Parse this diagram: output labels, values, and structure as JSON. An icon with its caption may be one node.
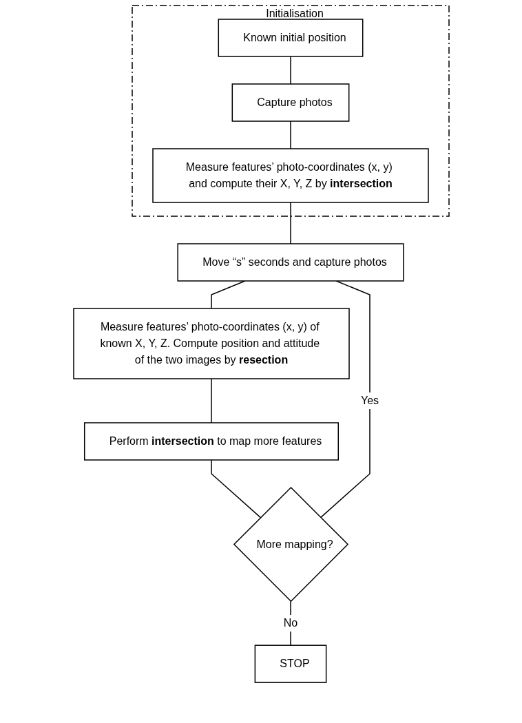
{
  "diagram": {
    "nodes": [
      {
        "text": [
          "Initialisation"
        ]
      },
      {
        "text": [
          "Known initial position"
        ],
        "in": 0
      },
      {
        "text": [
          "Capture photos"
        ],
        "in": 0
      },
      {
        "text": [
          "Measure features’ photo-coordinates (x, y) and compute their X, Y, Z by **intersection**"
        ],
        "in": 0
      },
      {
        "text": [
          "Move “s” seconds and capture photos"
        ]
      },
      {
        "text": [
          "Measure features’ photo-coordinates (x, y) of known X, Y, Z. Compute position and attitude of the two images by **resection**"
        ]
      },
      {
        "text": [
          "Perform **intersection** to map more features"
        ]
      },
      {
        "text": [
          "More mapping?"
        ]
      },
      {
        "text": [
          "STOP"
        ]
      }
    ],
    "edges": [
      {
        "from": 1,
        "to": 2,
        "arrow": "none"
      },
      {
        "from": 2,
        "to": 3,
        "arrow": "none"
      },
      {
        "from": 3,
        "to": 4,
        "arrow": "none"
      },
      {
        "from": 4,
        "to": 5,
        "arrow": "none"
      },
      {
        "from": 5,
        "to": 6,
        "arrow": "none"
      },
      {
        "from": 6,
        "to": 7,
        "arrow": "none"
      },
      {
        "from": 7,
        "to": 4,
        "label": "Yes",
        "arrow": "none"
      },
      {
        "from": 7,
        "to": 8,
        "label": "No",
        "arrow": "none"
      }
    ]
  }
}
